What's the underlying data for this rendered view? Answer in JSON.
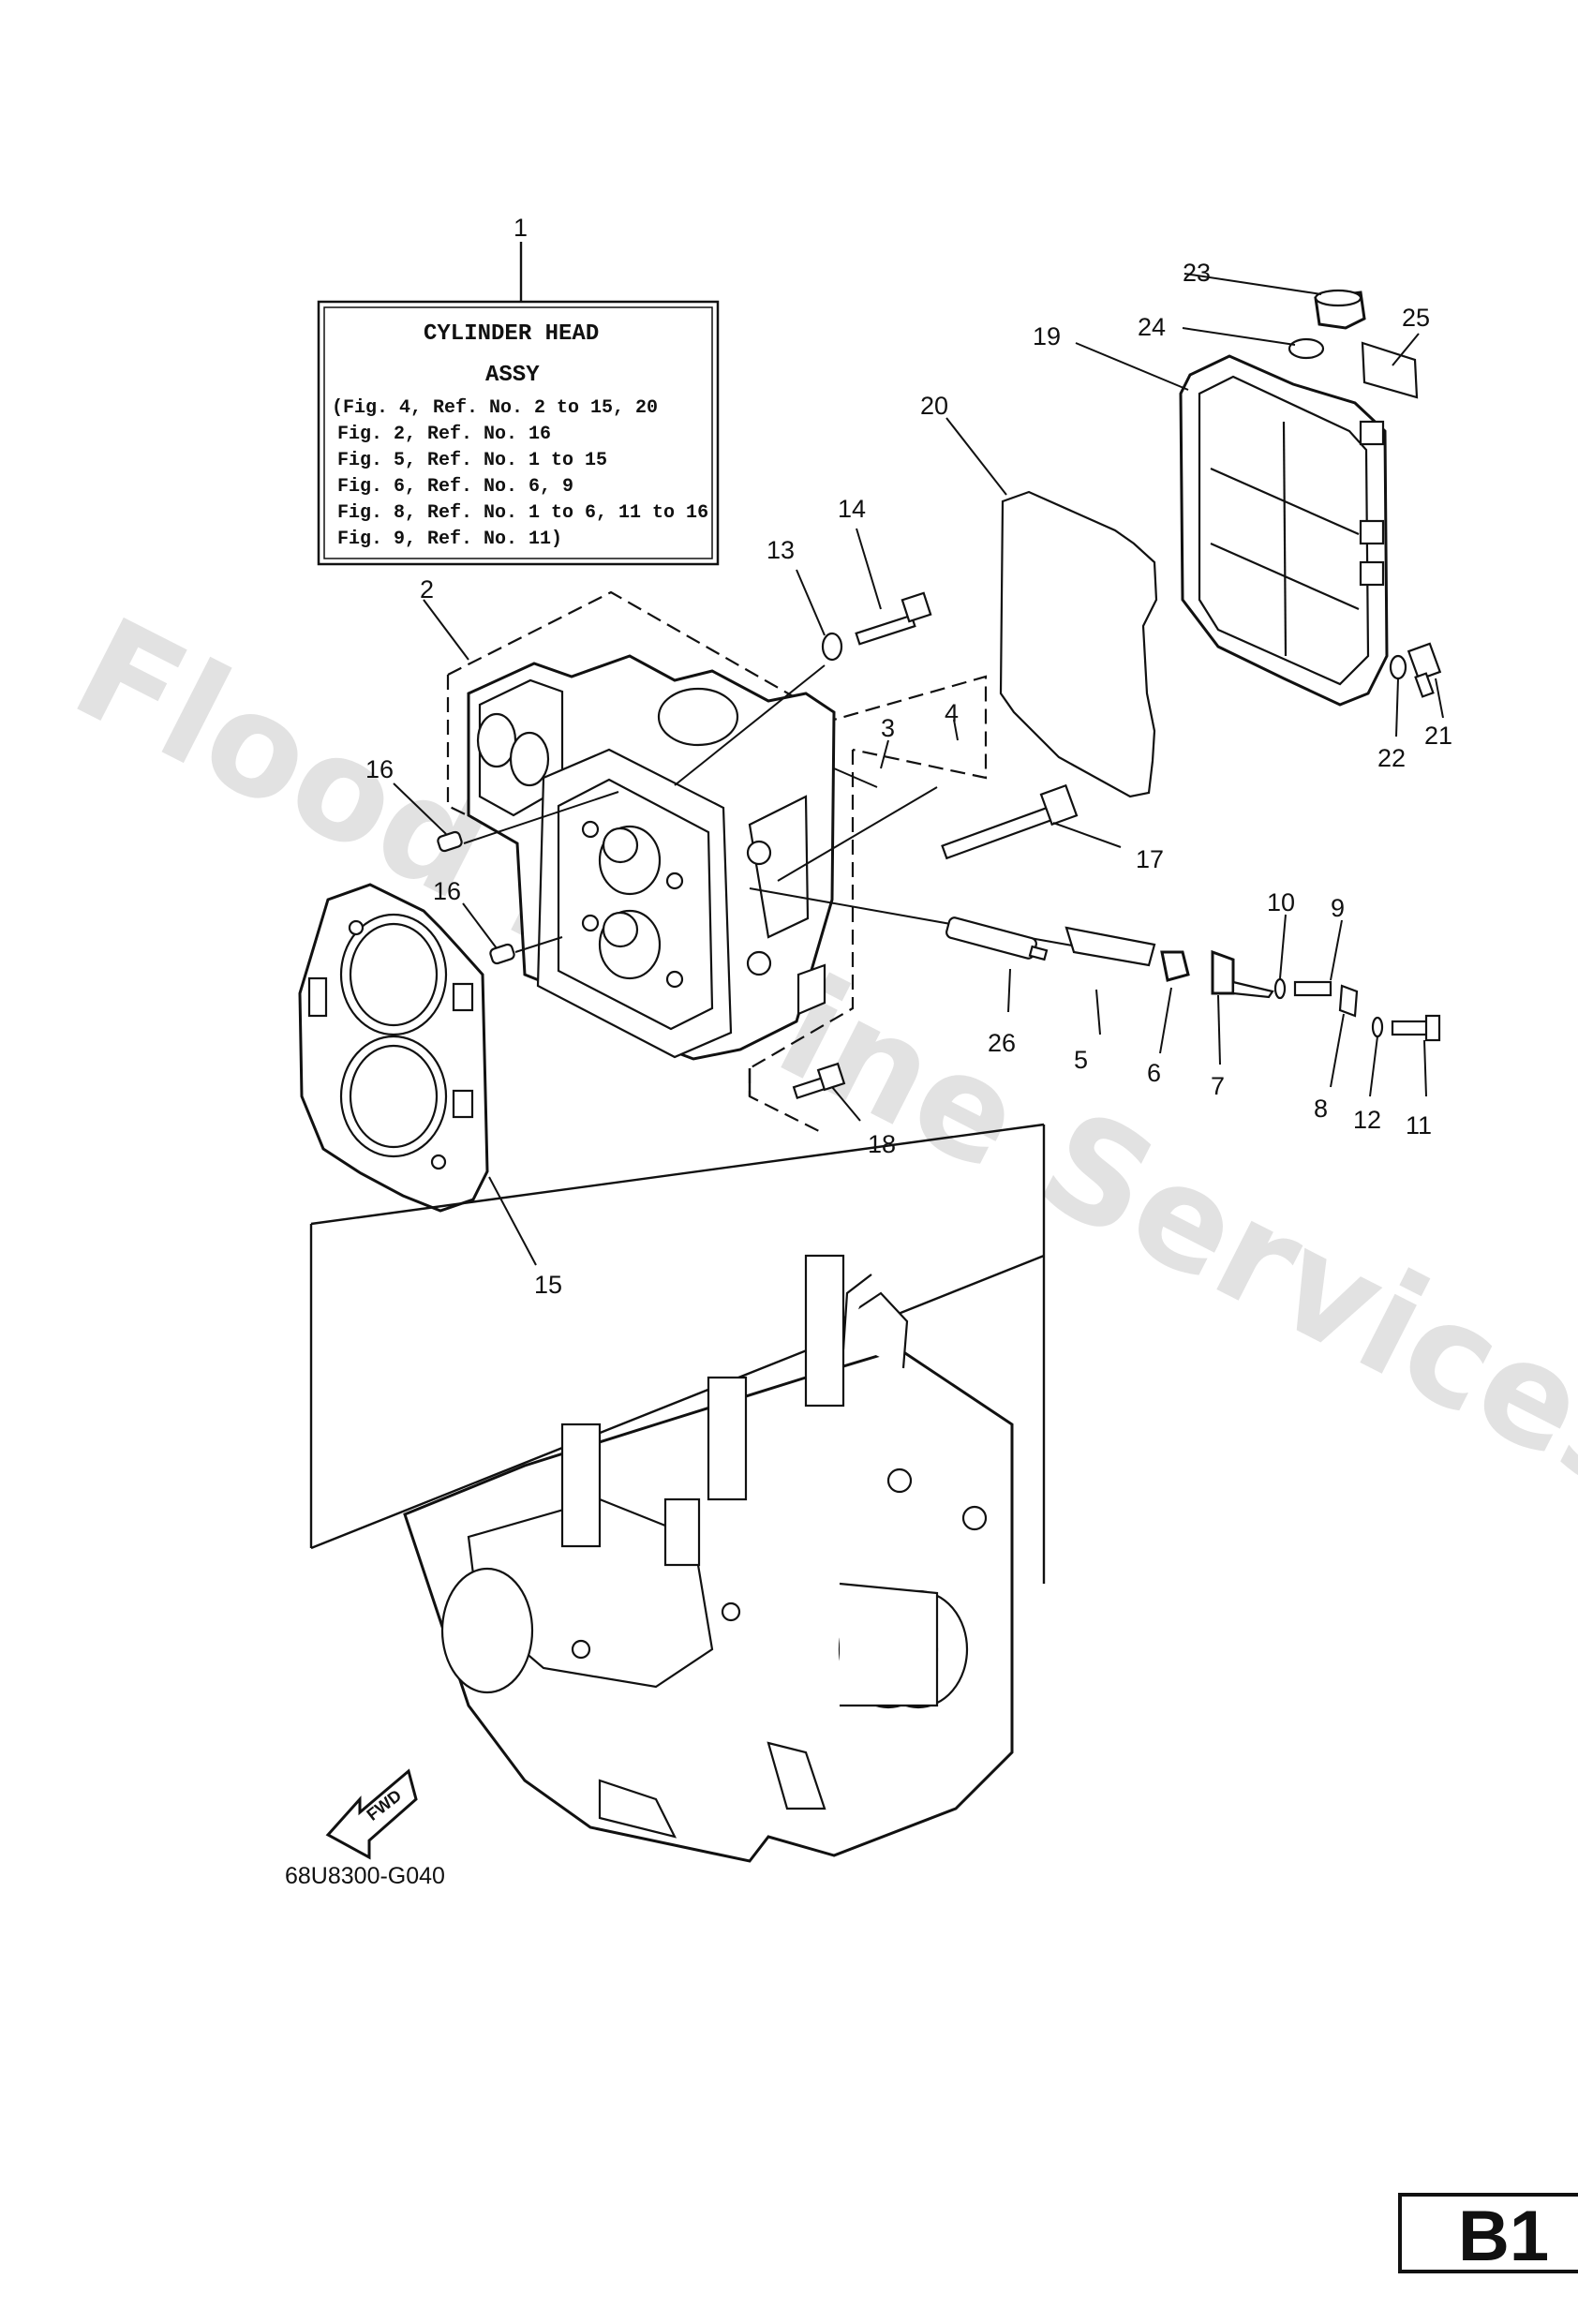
{
  "watermark": "Flood Marine Services",
  "assy_box": {
    "callout": "1",
    "title_line1": "CYLINDER HEAD",
    "title_line2": "ASSY",
    "refs": [
      "(Fig. 4, Ref. No. 2 to 15, 20",
      "Fig. 2, Ref. No. 16",
      "Fig. 5, Ref. No. 1 to 15",
      "Fig. 6, Ref. No. 6, 9",
      "Fig. 8, Ref. No. 1 to 6, 11 to 16",
      "Fig. 9, Ref. No. 11)"
    ]
  },
  "callouts": {
    "c2": "2",
    "c3": "3",
    "c4": "4",
    "c5": "5",
    "c6": "6",
    "c7": "7",
    "c8": "8",
    "c9": "9",
    "c10": "10",
    "c11": "11",
    "c12": "12",
    "c13": "13",
    "c14": "14",
    "c15": "15",
    "c16a": "16",
    "c16b": "16",
    "c17": "17",
    "c18": "18",
    "c19": "19",
    "c20": "20",
    "c21": "21",
    "c22": "22",
    "c23": "23",
    "c24": "24",
    "c25": "25",
    "c26": "26"
  },
  "fwd_label": "FWD",
  "drawing_code": "68U8300-G040",
  "page_badge": "B1"
}
